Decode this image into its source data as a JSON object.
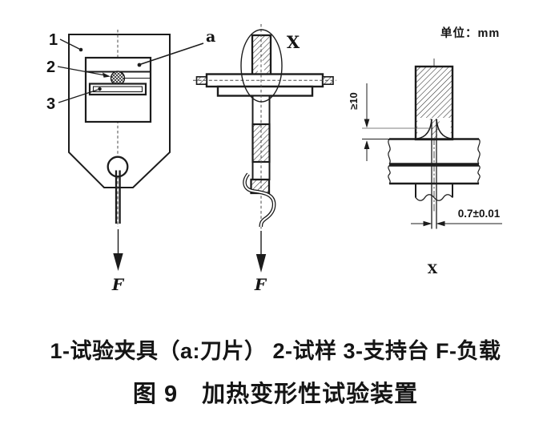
{
  "unit_label": "单位：mm",
  "front_view": {
    "label_1": "1",
    "label_2": "2",
    "label_3": "3",
    "label_a": "a",
    "force_label": "F"
  },
  "side_view": {
    "detail_label": "X",
    "force_label": "F"
  },
  "detail_view": {
    "protrusion_dim": "≥10",
    "thickness_dim": "0.7±0.01",
    "view_label": "X"
  },
  "caption": {
    "legend": "1-试验夹具（a:刀片）  2-试样  3-支持台  F-负载",
    "title": "图 9　加热变形性试验装置"
  }
}
